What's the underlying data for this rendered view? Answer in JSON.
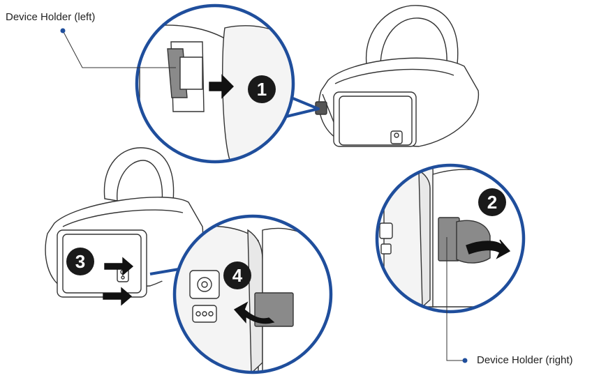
{
  "callouts": {
    "left_holder": "Device Holder (left)",
    "right_holder": "Device Holder (right)"
  },
  "steps": [
    "1",
    "2",
    "3",
    "4"
  ],
  "colors": {
    "ring": "#1f4e9c",
    "leader_dot": "#1f4e9c",
    "line": "#333333",
    "holder_gray": "#8a8a8a",
    "badge_fill": "#1a1a1a",
    "badge_text": "#ffffff"
  }
}
